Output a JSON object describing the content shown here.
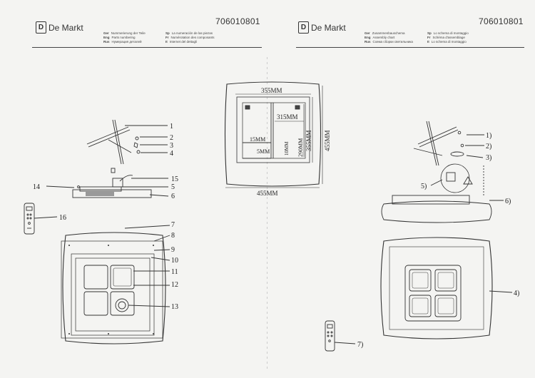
{
  "left_page": {
    "logo": "De Markt",
    "product_code": "706010801",
    "legend": [
      {
        "lang": "Ger",
        "text": "Nummerierung der Teile"
      },
      {
        "lang": "Eng",
        "text": "Parts numbering"
      },
      {
        "lang": "Rus",
        "text": "Нумерация деталей"
      },
      {
        "lang": "Sp",
        "text": "La numeración de las piezas"
      },
      {
        "lang": "Fr",
        "text": "Numérotation des composants"
      },
      {
        "lang": "It",
        "text": "Internet del dettagli"
      }
    ],
    "callouts": [
      "1",
      "2",
      "3",
      "4",
      "15",
      "5",
      "6",
      "14",
      "16",
      "7",
      "8",
      "9",
      "10",
      "11",
      "12",
      "13"
    ]
  },
  "right_page": {
    "logo": "De Markt",
    "product_code": "706010801",
    "legend": [
      {
        "lang": "Ger",
        "text": "Zusammenbauschema"
      },
      {
        "lang": "Eng",
        "text": "Assembly chart"
      },
      {
        "lang": "Rus",
        "text": "Схема сборки светильника"
      },
      {
        "lang": "Sp",
        "text": "Lo schema di montaggio"
      },
      {
        "lang": "Fr",
        "text": "Schéma d'assemblage"
      },
      {
        "lang": "It",
        "text": "Lo schema di montaggio"
      }
    ],
    "callouts": [
      "1)",
      "2)",
      "3)",
      "5)",
      "6)",
      "4)",
      "7)"
    ]
  },
  "dimension_drawing": {
    "labels": [
      "355MM",
      "315MM",
      "15MM",
      "5MM",
      "10MM",
      "290MM",
      "355MM",
      "455MM",
      "455MM"
    ]
  }
}
